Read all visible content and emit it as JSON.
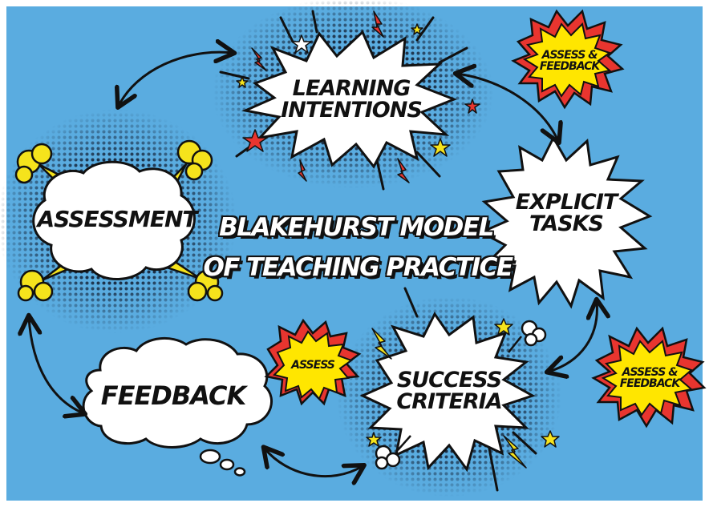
{
  "title": {
    "line1": "BLAKEHURST MODEL",
    "line2": "OF TEACHING PRACTICE"
  },
  "nodes": {
    "learning_intentions": [
      "LEARNING",
      "INTENTIONS"
    ],
    "explicit_tasks": [
      "EXPLICIT",
      "TASKS"
    ],
    "success_criteria": [
      "SUCCESS",
      "CRITERIA"
    ],
    "feedback": [
      "FEEDBACK"
    ],
    "assessment": [
      "ASSESSMENT"
    ]
  },
  "badges": {
    "top_right": [
      "ASSESS &",
      "FEEDBACK"
    ],
    "bottom_right": [
      "ASSESS &",
      "FEEDBACK"
    ],
    "middle": [
      "ASSESS"
    ]
  },
  "colors": {
    "background": "#5aace0",
    "badge_fill": "#ffe600",
    "badge_outer": "#e8352f",
    "puff_fill": "#f5e31c",
    "bubble_fill": "#ffffff",
    "outline": "#111111",
    "accent_red": "#e8352f",
    "accent_yellow": "#f5e31c"
  }
}
